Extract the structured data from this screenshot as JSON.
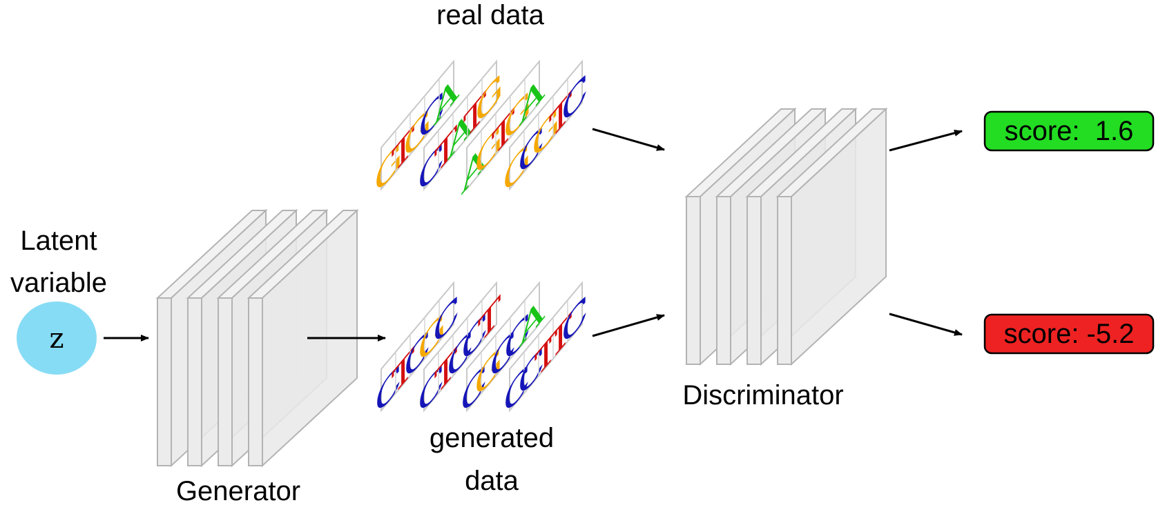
{
  "labels": {
    "latent_line1": "Latent",
    "latent_line2": "variable",
    "latent_symbol": "z",
    "generator": "Generator",
    "discriminator": "Discriminator",
    "real_data": "real data",
    "generated_line1": "generated",
    "generated_line2": "data"
  },
  "scores": [
    {
      "id": "real",
      "text": "score:  1.6",
      "color": "#22dd22"
    },
    {
      "id": "fake",
      "text": "score: -5.2",
      "color": "#ee2222"
    }
  ],
  "nucleotide_colors": {
    "A": "#18c418",
    "C": "#1515b8",
    "G": "#f5a800",
    "T": "#d41010"
  },
  "latent_color": "#87dcf5",
  "layer_color": "#e9e9e9",
  "real_sequences": [
    "GTGCA",
    "CTATG",
    "AGTGA",
    "GCGTC"
  ],
  "generated_sequences": [
    "CTCGC",
    "CTCCT",
    "CGCCA",
    "CCTTC"
  ]
}
